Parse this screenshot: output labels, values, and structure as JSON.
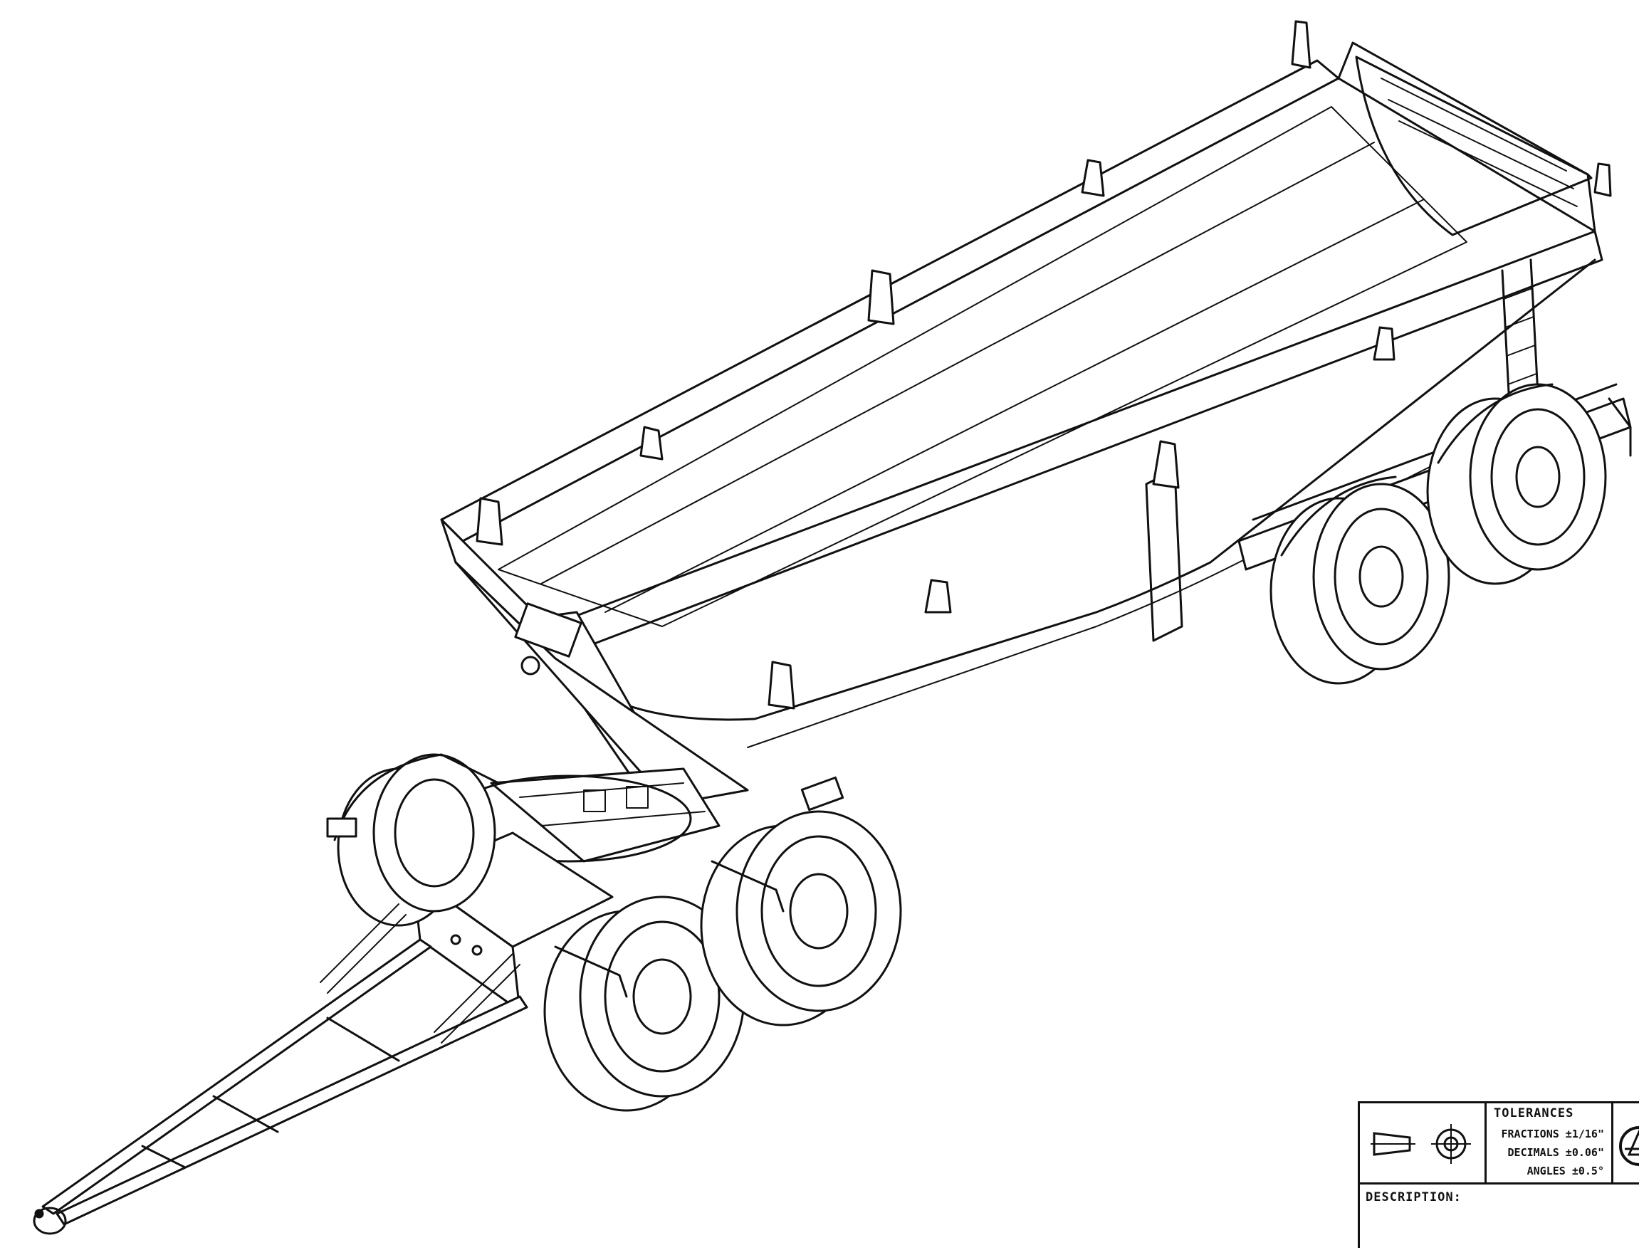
{
  "title_block": {
    "tolerances_heading": "TOLERANCES",
    "fractions": "FRACTIONS ±1/16\"",
    "decimals": "DECIMALS ±0.06\"",
    "angles": "ANGLES ±0.5°",
    "description_label": "DESCRIPTION:"
  }
}
